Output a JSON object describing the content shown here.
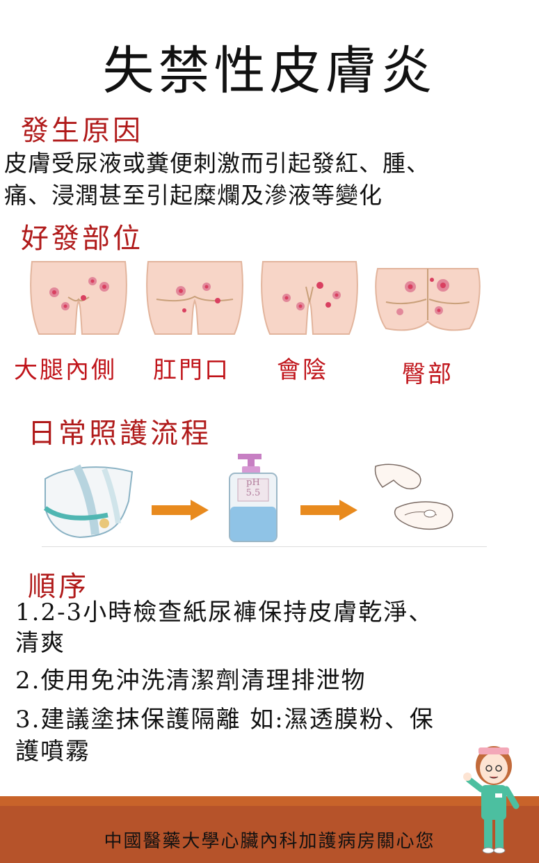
{
  "title": "失禁性皮膚炎",
  "cause": {
    "heading": "發生原因",
    "lines": [
      "皮膚受尿液或糞便刺激而引起發紅、腫、",
      "痛、浸潤甚至引起糜爛及滲液等變化"
    ]
  },
  "sites": {
    "heading": "好發部位",
    "labels": [
      "大腿內側",
      "肛門口",
      "會陰",
      "臀部"
    ]
  },
  "care": {
    "heading": "日常照護流程",
    "bottle_text_line1": "pH",
    "bottle_text_line2": "5.5"
  },
  "steps": {
    "heading": "順序",
    "step1_line1": "1.2-3小時檢查紙尿褲保持皮膚乾淨、",
    "step1_line2": "清爽",
    "step2": "2.使用免沖洗清潔劑清理排泄物",
    "step3_line1": "3.建議塗抹保護隔離 如:濕透膜粉、保",
    "step3_line2": "護噴霧"
  },
  "footer": "中國醫藥大學心臟內科加護病房關心您",
  "colors": {
    "heading_red": "#b01a1a",
    "label_red": "#c0141a",
    "footer_bg": "#b6532a",
    "arrow": "#e88a1e",
    "skin": "#f7d5c7",
    "rash": "#d94060"
  }
}
